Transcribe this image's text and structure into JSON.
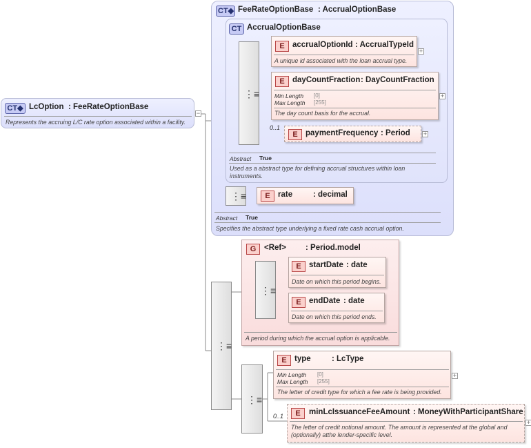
{
  "root": {
    "badge": "CT",
    "name": "LcOption",
    "type": ": FeeRateOptionBase",
    "description": "Represents the accruing L/C rate option associated within a facility."
  },
  "base": {
    "badge": "CT",
    "name": "FeeRateOptionBase",
    "type": ": AccrualOptionBase",
    "abstract_label": "Abstract",
    "abstract_value": "True",
    "description": "Specifies the abstract type underlying a fixed rate cash accrual option."
  },
  "accrual": {
    "badge": "CT",
    "name": "AccrualOptionBase",
    "abstract_label": "Abstract",
    "abstract_value": "True",
    "description_line1": "Used as a abstract type for defining accrual structures within loan",
    "description_line2": "instruments."
  },
  "elements": {
    "accrualOptionId": {
      "badge": "E",
      "name": "accrualOptionId",
      "type": ": AccrualTypeId",
      "description": "A unique id associated with the loan accrual type."
    },
    "dayCountFraction": {
      "badge": "E",
      "name": "dayCountFraction",
      "type": ": DayCountFraction",
      "min_label": "Min Length",
      "min_value": "[0]",
      "max_label": "Max Length",
      "max_value": "[255]",
      "description": "The day count basis for the accrual."
    },
    "paymentFrequency": {
      "badge": "E",
      "name": "paymentFrequency",
      "type": ": Period",
      "occurrence": "0..1"
    },
    "rate": {
      "badge": "E",
      "name": "rate",
      "type": ": decimal"
    },
    "startDate": {
      "badge": "E",
      "name": "startDate",
      "type": ": date",
      "description": "Date on which this period begins."
    },
    "endDate": {
      "badge": "E",
      "name": "endDate",
      "type": ": date",
      "description": "Date on which this period ends."
    },
    "type": {
      "badge": "E",
      "name": "type",
      "type": ": LcType",
      "min_label": "Min Length",
      "min_value": "[0]",
      "max_label": "Max Length",
      "max_value": "[255]",
      "description": "The letter of credit type for which a fee rate is being provided."
    },
    "minLc": {
      "badge": "E",
      "name": "minLcIssuanceFeeAmount",
      "type": ": MoneyWithParticipantShare",
      "occurrence": "0..1",
      "description_line1": "The letter of credit notional amount. The amount is represented at the global and",
      "description_line2": "(optionally) atthe lender-specific level."
    }
  },
  "group": {
    "badge": "G",
    "name": "<Ref>",
    "type": ": Period.model",
    "description": "A period during which the accrual option is applicable."
  },
  "icons": {
    "expand": "+",
    "collapse": "−"
  }
}
